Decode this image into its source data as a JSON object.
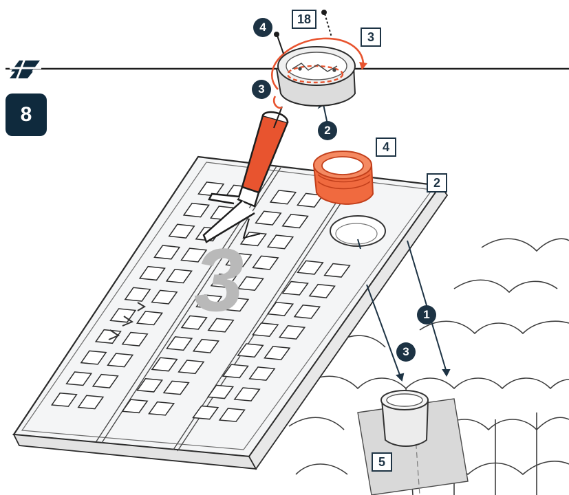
{
  "step": {
    "number": "8"
  },
  "callouts": {
    "box_18": "18",
    "box_3": "3",
    "box_4": "4",
    "box_2": "2",
    "box_5": "5",
    "circle_4": "4",
    "circle_3_left": "3",
    "circle_2": "2",
    "circle_1": "1",
    "circle_3_low": "3"
  },
  "panel": {
    "number_mark": "3"
  },
  "icons": {
    "header_mark": "double-parallelogram-icon",
    "sealant_gun": "caulking-gun-icon",
    "rotation": "rotate-arrow-icon"
  },
  "colors": {
    "navy": "#0f2a3d",
    "accent": "#e8542f",
    "line": "#1d3344",
    "panel_fill": "#f4f5f6",
    "gray_mark": "#b9b9b9"
  }
}
